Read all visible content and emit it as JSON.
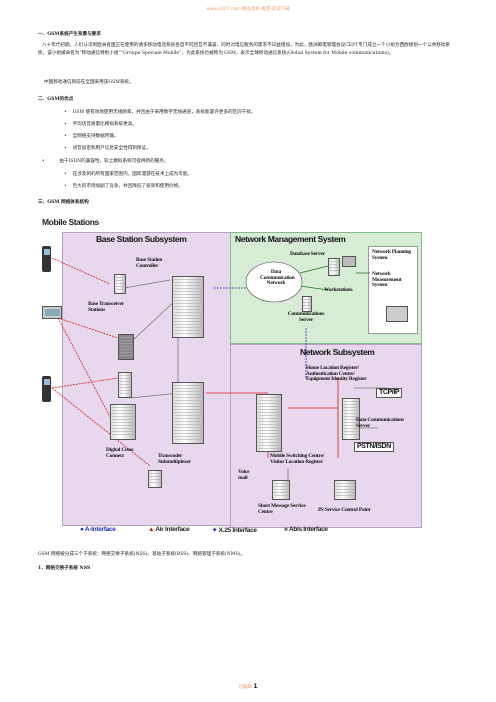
{
  "header": "www.p007.com 精品资料·推荐·欢迎下载",
  "sections": [
    {
      "heading": "一．GSM系统产生背景与要求"
    },
    {
      "heading": "二．GSM的优点"
    },
    {
      "heading": "三．GSM 网络体系结构"
    }
  ],
  "paragraph1": "八十年代初期，人们认识到欧洲各国正在使用的诸多移动电话系统各自不同且互不兼容，同时对电信服务的需求不日益增加，为此，欧洲邮电管理会议CEPT专门成立一个小组为西欧规划一个公共移动系统，该小组被命名为“移动通信特别小组”“Groupe Speciale Mobile”，为此系统也被称为 GSM，表示全球移动通信系统(Global System for Mobile communications)。",
  "paragraph2": "中国移动通信目前在全国采用该GSM系统。",
  "advantages": [
    "GSM 使有效地使用无线频率，并且由于采用数字无线通道，系统能容许更多的区间干扰。",
    "平均话音质量比模拟系统更高。",
    "全网络支持数据传输。",
    "语音加密和用户信息安全性得到保证。",
    "由于ISDN的兼容性，较之模拟系统可提供新的服务。",
    "在涉及到的所有国家范围内，国际漫游在技术上成为可能。",
    "巨大的市场加剧了竞争，并且降低了投资和使用价格。"
  ],
  "diagram": {
    "mobile_stations": "Mobile Stations",
    "bss_title": "Base Station Subsystem",
    "nms_title": "Network Management System",
    "nss_title": "Network Subsystem",
    "bsc": "Base Station Controller",
    "bts": "Base Transceiver Stations",
    "dcc": "Digital Cross Connect",
    "tsm": "Transcoder Submultiplexer",
    "db_server": "Database Server",
    "dcn": "Data Communication Network",
    "workstations": "Workstations",
    "comm_server": "Communications Server",
    "npsys": "Network Planning System",
    "nmsys": "Network Measurement System",
    "hlr": "Home Location Register/ Authentication Centre/ Equipment Identity Register",
    "tcpip": "TCP/IP",
    "dcs": "Data Communications Server",
    "pstn": "PSTN/ISDN",
    "msc": "Mobile Switching Centre/ Visitor Location Register",
    "voice": "Voice mail",
    "smsc": "Short Message Service Centre",
    "incp": "IN Service Control Point",
    "legend": [
      "A-Interface",
      "Air Interface",
      "X.25 Interface",
      "Abis Interface"
    ],
    "colors": {
      "bss_bg": "#e6d6ec",
      "nms_bg": "#d8eed8",
      "nss_bg": "#e6d6ec",
      "red": "#d81818",
      "green": "#1a7a1a",
      "blue": "#2030c0",
      "grey": "#777777"
    }
  },
  "caption": "GSM 网络被分成三个子系统：网络交换子系统(NSS)、基站子系统(BSS)、网络管理子系统(NMS)。",
  "sub_heading": "1．网络交换子系统 NSS",
  "footer_text": "可编辑",
  "footer_page": "1"
}
